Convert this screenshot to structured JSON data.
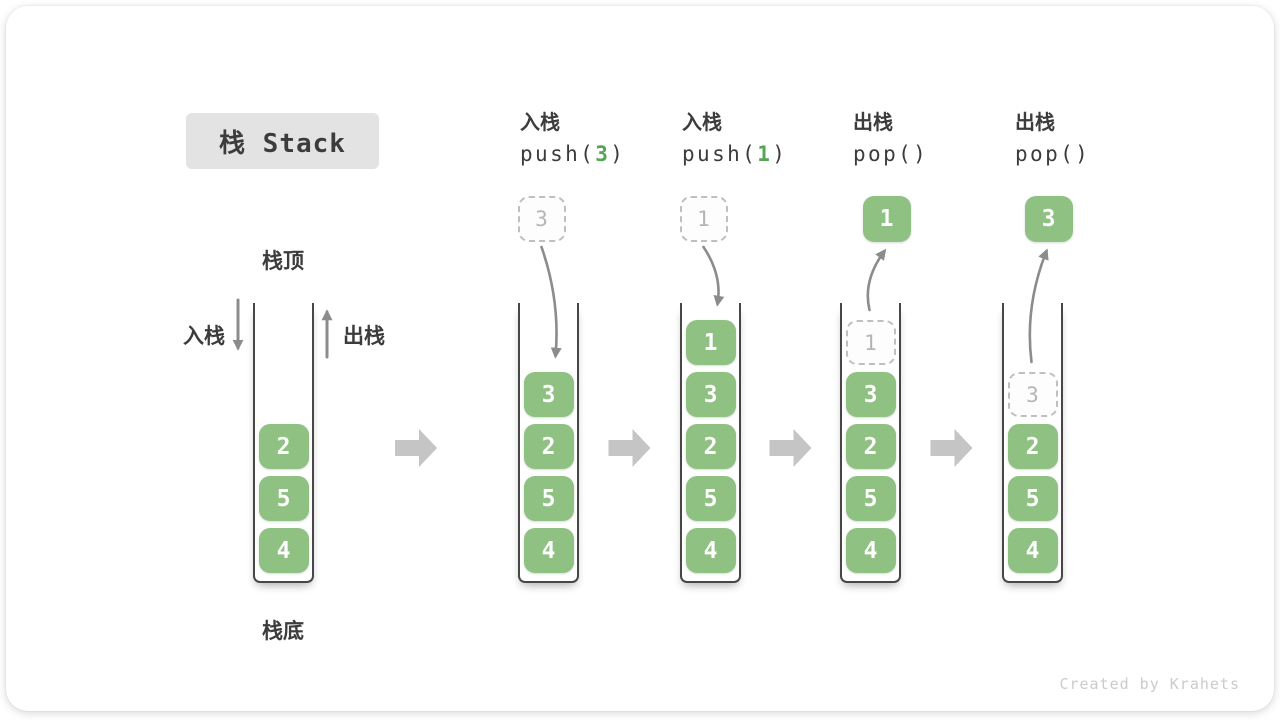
{
  "title": "栈 Stack",
  "labels": {
    "stack_top": "栈顶",
    "stack_bottom": "栈底",
    "push": "入栈",
    "pop": "出栈"
  },
  "meta": {
    "watermark": "Created by Krahets"
  },
  "colors": {
    "cell_green": "#8FC183",
    "code_green": "#55A555",
    "title_bg": "#E3E3E3",
    "text_dark": "#3C3C3C",
    "wall_gray": "#474747",
    "ghost_border": "#BFBFBF",
    "ghost_text": "#B5B5B5",
    "arrow_gray": "#8C8C8C",
    "block_arrow": "#C5C5C5",
    "watermark_gray": "#CBCBCB"
  },
  "steps": [
    {
      "name": "initial",
      "header": null,
      "float_box": null,
      "arrow": null,
      "cells": [
        {
          "value": "2",
          "variant": "solid"
        },
        {
          "value": "5",
          "variant": "solid"
        },
        {
          "value": "4",
          "variant": "solid"
        }
      ]
    },
    {
      "name": "push-3",
      "header": {
        "op": "入栈",
        "code_pre": "push(",
        "code_arg": "3",
        "code_post": ")"
      },
      "float_box": {
        "value": "3",
        "variant": "ghost"
      },
      "arrow": "down",
      "cells": [
        {
          "value": "3",
          "variant": "solid"
        },
        {
          "value": "2",
          "variant": "solid"
        },
        {
          "value": "5",
          "variant": "solid"
        },
        {
          "value": "4",
          "variant": "solid"
        }
      ]
    },
    {
      "name": "push-1",
      "header": {
        "op": "入栈",
        "code_pre": "push(",
        "code_arg": "1",
        "code_post": ")"
      },
      "float_box": {
        "value": "1",
        "variant": "ghost"
      },
      "arrow": "down",
      "cells": [
        {
          "value": "1",
          "variant": "solid"
        },
        {
          "value": "3",
          "variant": "solid"
        },
        {
          "value": "2",
          "variant": "solid"
        },
        {
          "value": "5",
          "variant": "solid"
        },
        {
          "value": "4",
          "variant": "solid"
        }
      ]
    },
    {
      "name": "pop-1",
      "header": {
        "op": "出栈",
        "code_pre": "pop()",
        "code_arg": "",
        "code_post": ""
      },
      "float_box": {
        "value": "1",
        "variant": "solid"
      },
      "arrow": "up",
      "cells": [
        {
          "value": "1",
          "variant": "ghost"
        },
        {
          "value": "3",
          "variant": "solid"
        },
        {
          "value": "2",
          "variant": "solid"
        },
        {
          "value": "5",
          "variant": "solid"
        },
        {
          "value": "4",
          "variant": "solid"
        }
      ]
    },
    {
      "name": "pop-3",
      "header": {
        "op": "出栈",
        "code_pre": "pop()",
        "code_arg": "",
        "code_post": ""
      },
      "float_box": {
        "value": "3",
        "variant": "solid"
      },
      "arrow": "up",
      "cells": [
        {
          "value": "3",
          "variant": "ghost"
        },
        {
          "value": "2",
          "variant": "solid"
        },
        {
          "value": "5",
          "variant": "solid"
        },
        {
          "value": "4",
          "variant": "solid"
        }
      ]
    }
  ]
}
